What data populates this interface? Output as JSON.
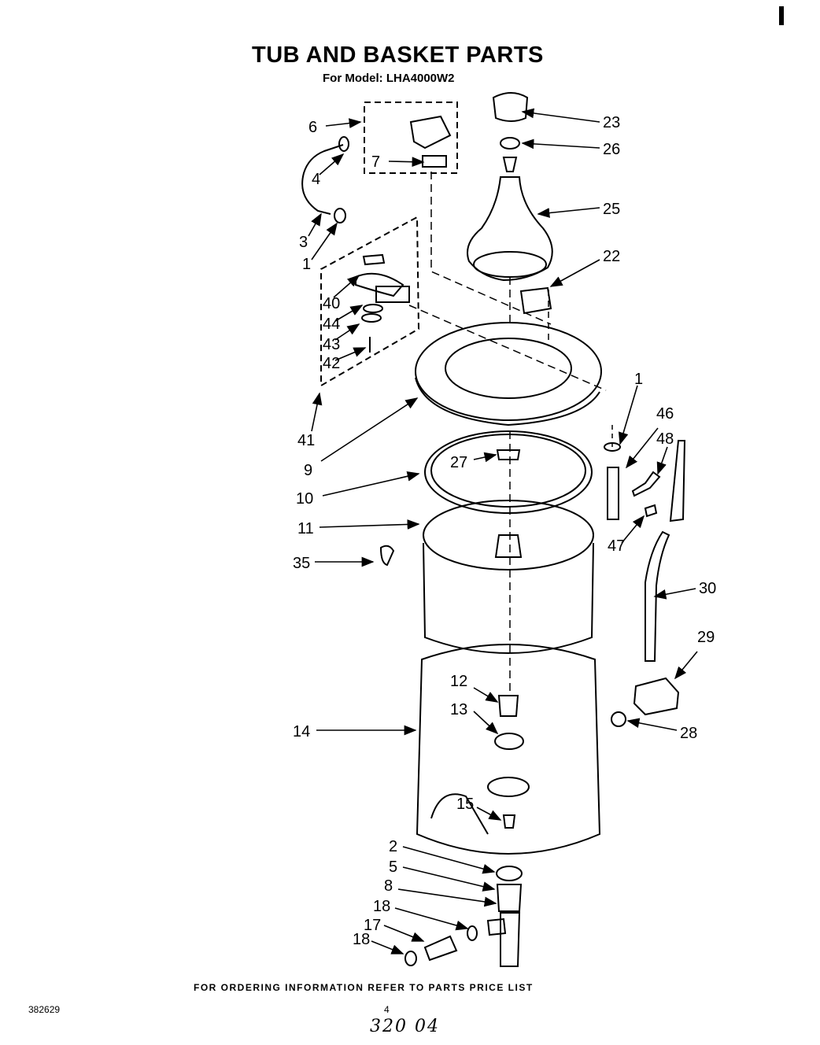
{
  "header": {
    "title": "TUB AND BASKET PARTS",
    "model_line": "For Model: LHA4000W2"
  },
  "footer": {
    "ordering_note": "FOR ORDERING INFORMATION REFER TO PARTS PRICE LIST",
    "doc_code": "382629",
    "page_number": "4",
    "handwritten_note": "320 04"
  },
  "callouts": [
    {
      "id": "p6",
      "text": "6"
    },
    {
      "id": "p4",
      "text": "4"
    },
    {
      "id": "p7",
      "text": "7"
    },
    {
      "id": "p3",
      "text": "3"
    },
    {
      "id": "p1a",
      "text": "1"
    },
    {
      "id": "p23",
      "text": "23"
    },
    {
      "id": "p26",
      "text": "26"
    },
    {
      "id": "p25",
      "text": "25"
    },
    {
      "id": "p22",
      "text": "22"
    },
    {
      "id": "p40",
      "text": "40"
    },
    {
      "id": "p44",
      "text": "44"
    },
    {
      "id": "p43",
      "text": "43"
    },
    {
      "id": "p42",
      "text": "42"
    },
    {
      "id": "p41",
      "text": "41"
    },
    {
      "id": "p9",
      "text": "9"
    },
    {
      "id": "p1b",
      "text": "1"
    },
    {
      "id": "p46",
      "text": "46"
    },
    {
      "id": "p48",
      "text": "48"
    },
    {
      "id": "p27",
      "text": "27"
    },
    {
      "id": "p10",
      "text": "10"
    },
    {
      "id": "p11",
      "text": "11"
    },
    {
      "id": "p47",
      "text": "47"
    },
    {
      "id": "p35",
      "text": "35"
    },
    {
      "id": "p30",
      "text": "30"
    },
    {
      "id": "p29",
      "text": "29"
    },
    {
      "id": "p12",
      "text": "12"
    },
    {
      "id": "p13",
      "text": "13"
    },
    {
      "id": "p14",
      "text": "14"
    },
    {
      "id": "p28",
      "text": "28"
    },
    {
      "id": "p15",
      "text": "15"
    },
    {
      "id": "p2",
      "text": "2"
    },
    {
      "id": "p5",
      "text": "5"
    },
    {
      "id": "p8",
      "text": "8"
    },
    {
      "id": "p18a",
      "text": "18"
    },
    {
      "id": "p17",
      "text": "17"
    },
    {
      "id": "p18b",
      "text": "18"
    }
  ]
}
